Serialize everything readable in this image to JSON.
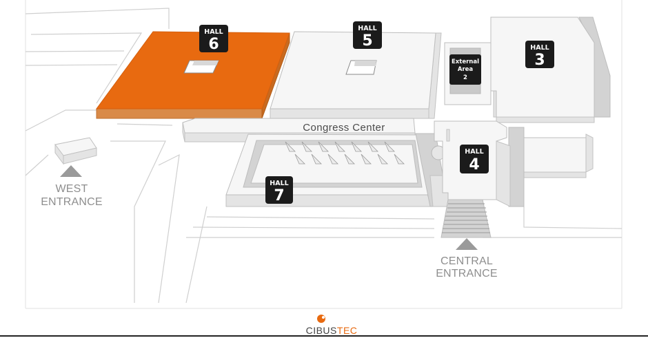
{
  "halls": {
    "hall6": {
      "label": "HALL",
      "number": "6"
    },
    "hall5": {
      "label": "HALL",
      "number": "5"
    },
    "hall3": {
      "label": "HALL",
      "number": "3"
    },
    "hall4": {
      "label": "HALL",
      "number": "4"
    },
    "hall7": {
      "label": "HALL",
      "number": "7"
    }
  },
  "external_area": {
    "line1": "External",
    "line2": "Area",
    "line3": "2"
  },
  "congress_center": "Congress Center",
  "west_entrance": {
    "line1": "WEST",
    "line2": "ENTRANCE"
  },
  "central_entrance": {
    "line1": "CENTRAL",
    "line2": "ENTRANCE"
  },
  "logo": {
    "part1": "CIBUS",
    "part2": "TEC"
  },
  "colors": {
    "highlight": "#e86a10",
    "badge": "#1b1b1b",
    "entrance_marker": "#9a9a9a"
  },
  "highlighted_hall": "6"
}
